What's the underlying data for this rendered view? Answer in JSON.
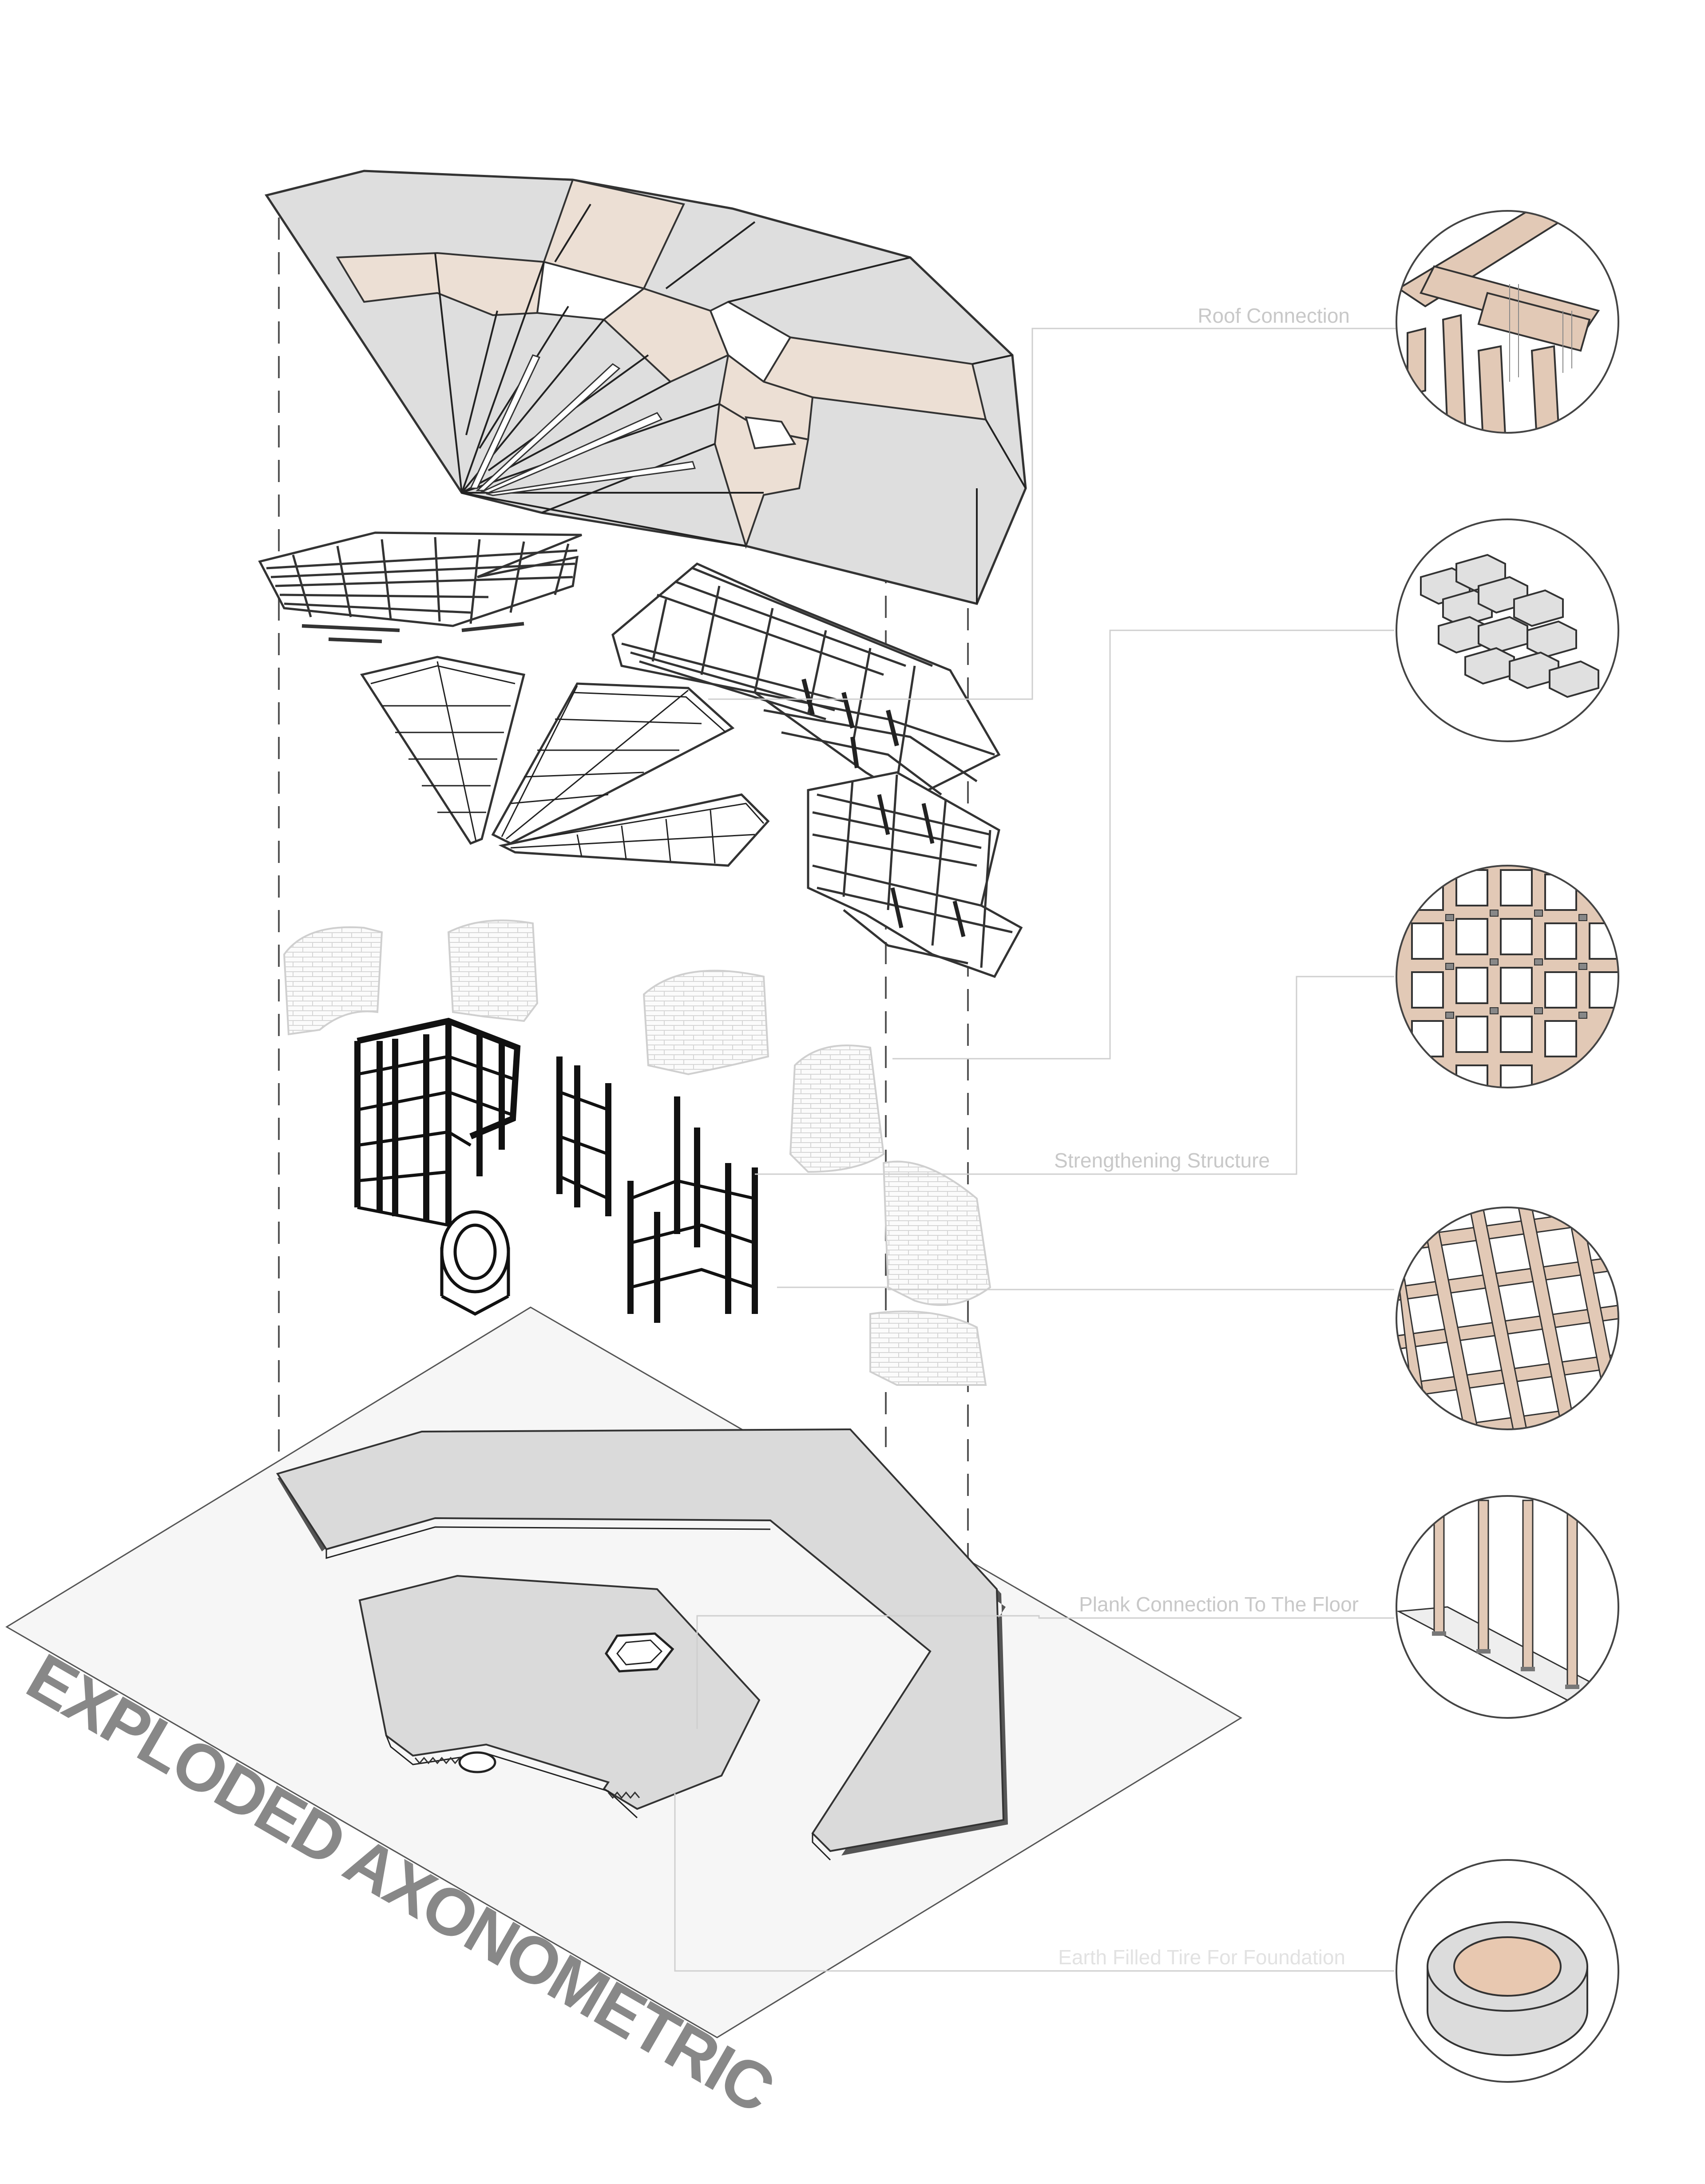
{
  "title": "EXPLODED AXONOMETRIC",
  "callouts": [
    {
      "id": "roof",
      "label": "Roof Connection"
    },
    {
      "id": "blocks",
      "label": ""
    },
    {
      "id": "strengthening",
      "label": "Strengthening Structure"
    },
    {
      "id": "lattice",
      "label": ""
    },
    {
      "id": "plank",
      "label": "Plank Connection To The Floor"
    },
    {
      "id": "tire",
      "label": "Earth Filled Tire For Foundation"
    }
  ],
  "colors": {
    "roof_panel": "#dedede",
    "roof_timber": "#ecdfd4",
    "timber": "#e2c9b6",
    "tire_fill": "#e8c8b0",
    "site_plane": "#f6f6f6",
    "floor_slab": "#dadada",
    "rebar": "#111111",
    "leader": "#cfcfcf"
  },
  "detail_icons": [
    "roof-connection-detail-icon",
    "block-wall-detail-icon",
    "timber-lattice-detail-icon",
    "timber-grid-detail-icon",
    "plank-floor-connection-icon",
    "earth-tire-foundation-icon"
  ]
}
